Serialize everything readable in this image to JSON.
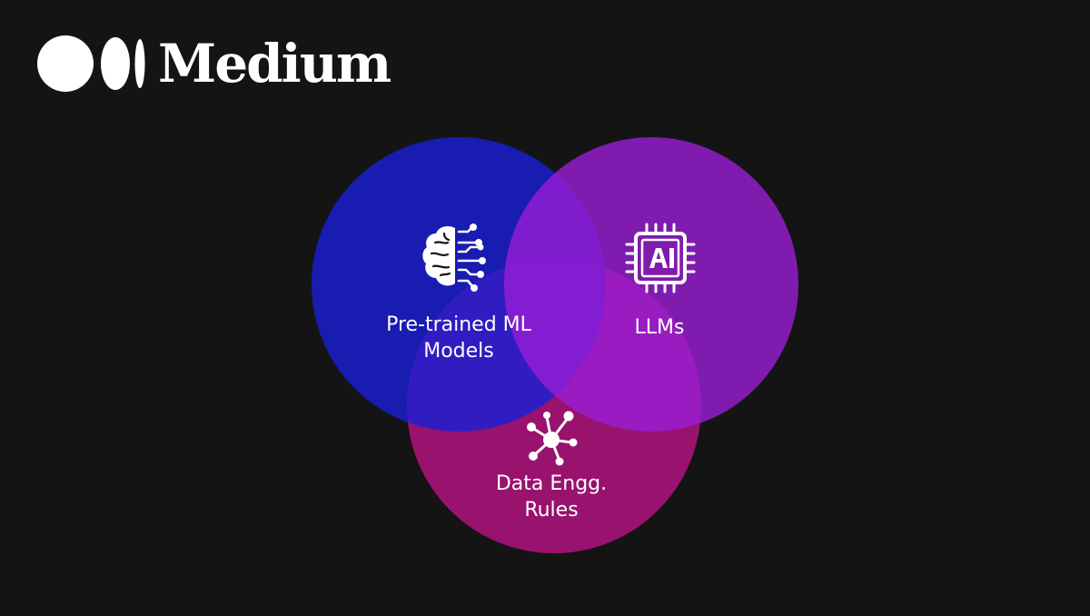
{
  "brand": {
    "name": "Medium"
  },
  "diagram": {
    "type": "venn",
    "sets": [
      {
        "id": "ml",
        "label_lines": [
          "Pre-trained ML",
          "Models"
        ],
        "icon": "brain-circuit-icon",
        "color": "#1a1fd4"
      },
      {
        "id": "llm",
        "label_lines": [
          "LLMs"
        ],
        "icon": "ai-chip-icon",
        "color": "#9a1ed6"
      },
      {
        "id": "rules",
        "label_lines": [
          "Data Engg.",
          "Rules"
        ],
        "icon": "network-nodes-icon",
        "color": "#b0127e"
      }
    ]
  }
}
